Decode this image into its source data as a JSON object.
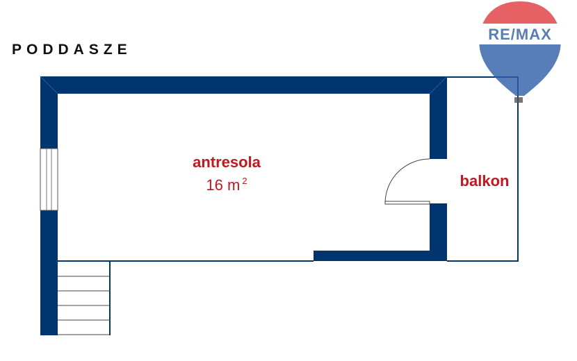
{
  "floor": {
    "title": "PODDASZE"
  },
  "rooms": [
    {
      "name": "antresola",
      "area_value": "16 m",
      "area_unit_sup": "2"
    },
    {
      "name": "balkon"
    }
  ],
  "logo": {
    "brand_text": "RE/MAX",
    "colors": {
      "red": "#e03a3e",
      "blue": "#2f5fa8",
      "white": "#ffffff"
    }
  },
  "colors": {
    "wall": "#003570",
    "room_label": "#c8161d",
    "title": "#111111"
  }
}
